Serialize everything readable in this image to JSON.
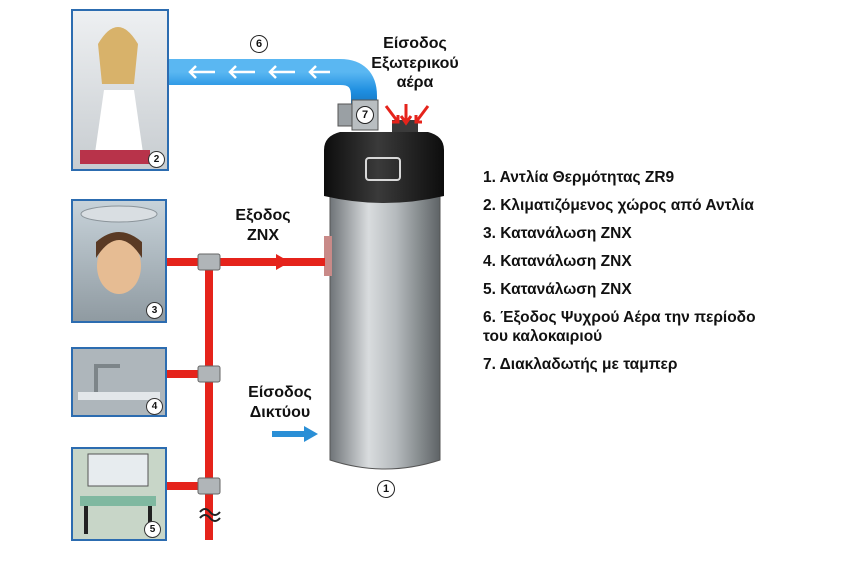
{
  "labels": {
    "outside_air_inlet": "Είσοδος\nΕξωτερικού\nαέρα",
    "hot_water_outlet": "Εξοδος\nZNX",
    "mains_inlet": "Είσοδος\nΔικτύου"
  },
  "markers": {
    "heat_pump": "1",
    "room": "2",
    "shower": "3",
    "sink": "4",
    "basin": "5",
    "air_outlet": "6",
    "damper": "7"
  },
  "legend": [
    "1. Αντλία Θερμότητας ZR9",
    "2. Κλιματιζόμενος χώρος από Αντλία",
    "3. Κατανάλωση ZNX",
    "4. Κατανάλωση ZNX",
    "5. Κατανάλωση ZNX",
    "6. Έξοδος Ψυχρού Αέρα την περίοδο\n    του καλοκαιριού",
    "7. Διακλαδωτής με ταμπερ"
  ],
  "colors": {
    "hot_pipe": "#e5231b",
    "cold_air_duct": "#2196e6",
    "mains_arrow": "#2a8fd6",
    "tank_body": "#b7bcc0",
    "tank_cap": "#1f1f1f"
  }
}
